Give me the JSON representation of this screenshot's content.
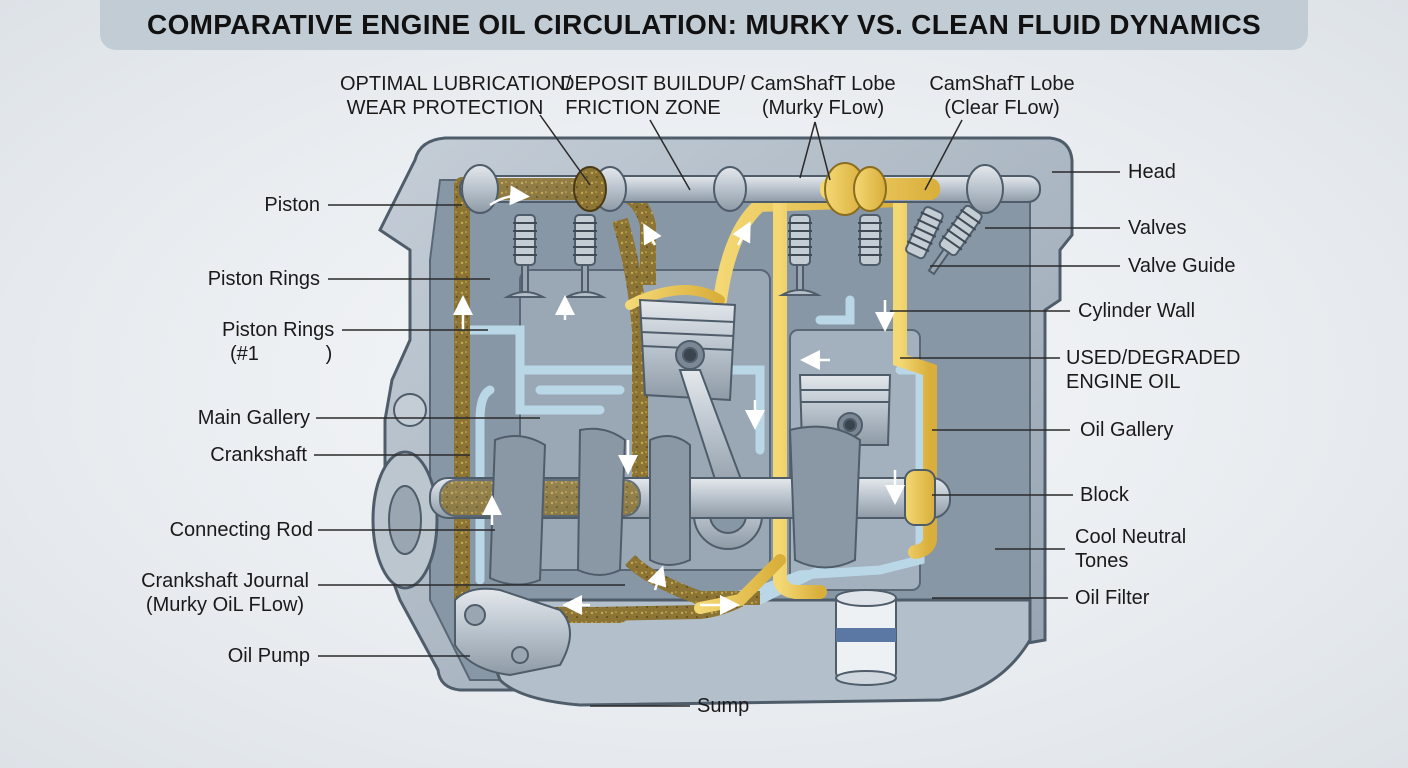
{
  "title": "COMPARATIVE ENGINE OIL CIRCULATION: MURKY VS. CLEAN FLUID DYNAMICS",
  "colors": {
    "murky_oil": "#8a7435",
    "clean_oil": "#e8c55a",
    "coolant_line": "#b9d7e6",
    "block": "#a9b6c3",
    "block_dark": "#6d7c8a",
    "metal": "#c9cfd6"
  },
  "labels": {
    "top": {
      "optimal_lubrication": [
        "OPTIMAL LUBRICATION/",
        "WEAR PROTECTION"
      ],
      "deposit_buildup": [
        "DEPOSIT BUILDUP/",
        "FRICTION ZONE"
      ],
      "camshaft_murky": [
        "CamShafT Lobe",
        "(Murky FLow)"
      ],
      "camshaft_clear": [
        "CamShafT Lobe",
        "(Clear FLow)"
      ]
    },
    "left": {
      "piston": "Piston",
      "piston_rings": "Piston Rings",
      "piston_rings_1": [
        "Piston Rings",
        "(#1            )"
      ],
      "main_gallery": "Main Gallery",
      "crankshaft": "Crankshaft",
      "connecting_rod": "Connecting Rod",
      "crankshaft_journal": [
        "Crankshaft Journal",
        "(Murky OiL FLow)"
      ],
      "oil_pump": "Oil Pump"
    },
    "right": {
      "head": "Head",
      "valves": "Valves",
      "valve_guide": "Valve Guide",
      "cylinder_wall": "Cylinder Wall",
      "used_oil": [
        "USED/DEGRADED",
        "ENGINE OIL"
      ],
      "oil_gallery": "Oil Gallery",
      "block": "Block",
      "cool_neutral": [
        "Cool Neutral",
        "Tones"
      ],
      "oil_filter": "Oil Filter"
    },
    "bottom": {
      "sump": "Sump"
    }
  }
}
